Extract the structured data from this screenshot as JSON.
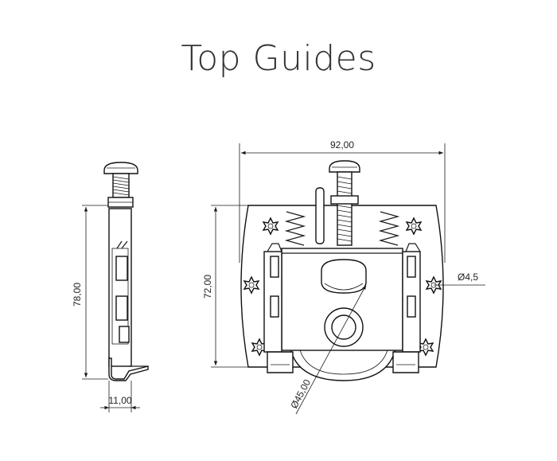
{
  "title": "Top Guides",
  "dimensions": {
    "width_overall": "92,00",
    "height_main": "72,00",
    "height_side": "78,00",
    "depth_side": "11,00",
    "hole_diameter": "Ø4,5",
    "wheel_diameter": "Ø45,00"
  },
  "colors": {
    "line": "#1a1a1a",
    "title": "#333333"
  }
}
